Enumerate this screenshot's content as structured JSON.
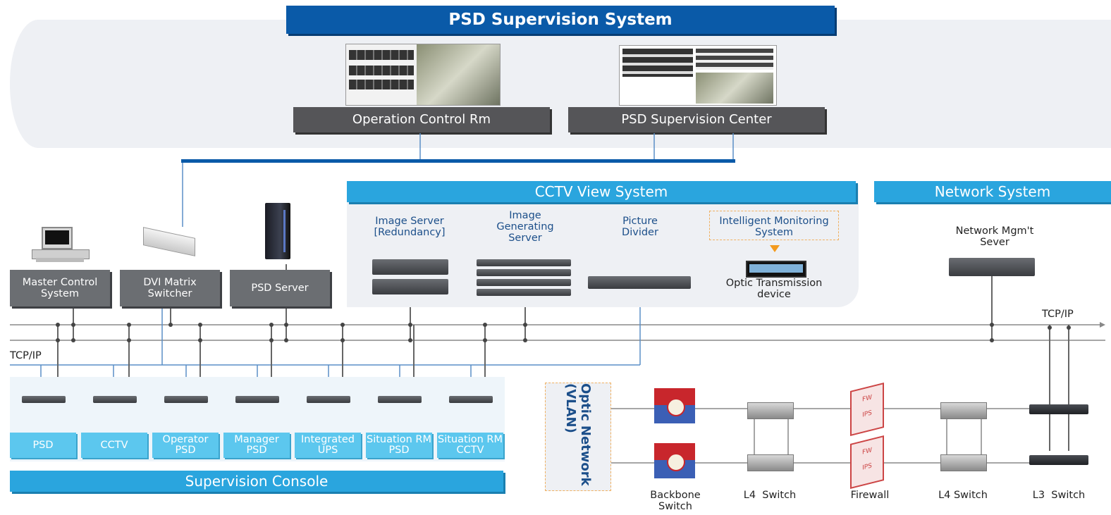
{
  "top": {
    "title": "PSD Supervision System",
    "rooms": [
      {
        "label": "Operation Control Rm"
      },
      {
        "label": "PSD Supervision Center"
      }
    ]
  },
  "left_nodes": [
    {
      "label": "Master Control System",
      "icon": "computer-icon"
    },
    {
      "label": "DVI Matrix Switcher",
      "icon": "switcher-icon"
    },
    {
      "label": "PSD Server",
      "icon": "server-tower-icon"
    }
  ],
  "cctv": {
    "title": "CCTV View System",
    "items": [
      {
        "label": "Image Server [Redundancy]"
      },
      {
        "label": "Image Generating Server"
      },
      {
        "label": "Picture Divider"
      },
      {
        "label": "Intelligent Monitoring System"
      },
      {
        "label": "Optic Transmission device"
      }
    ]
  },
  "network": {
    "title": "Network System",
    "mgmt_label": "Network Mgm't Sever",
    "tcpip_right": "TCP/IP"
  },
  "tcpip_left": "TCP/IP",
  "console": {
    "title": "Supervision Console",
    "tiles": [
      "PSD",
      "CCTV",
      "Operator PSD",
      "Manager PSD",
      "Integrated UPS",
      "Situation RM PSD",
      "Situation RM CCTV"
    ]
  },
  "optic": {
    "label": "Optic Network (VLAN)",
    "components": [
      {
        "label": "Backbone Switch"
      },
      {
        "label": "L4  Switch"
      },
      {
        "label": "Firewall"
      },
      {
        "label": "L4 Switch"
      },
      {
        "label": "L3  Switch"
      }
    ],
    "fw_text": "FW",
    "ips_text": "IPS"
  },
  "colors": {
    "title_blue": "#0a5aa8",
    "cyan": "#2aa5de",
    "console_tile": "#5cc7ee",
    "dark_label": "#555558",
    "gray_box": "#6b6e72",
    "backbone_red": "#c8262c",
    "backbone_blue": "#3b5fb5"
  }
}
